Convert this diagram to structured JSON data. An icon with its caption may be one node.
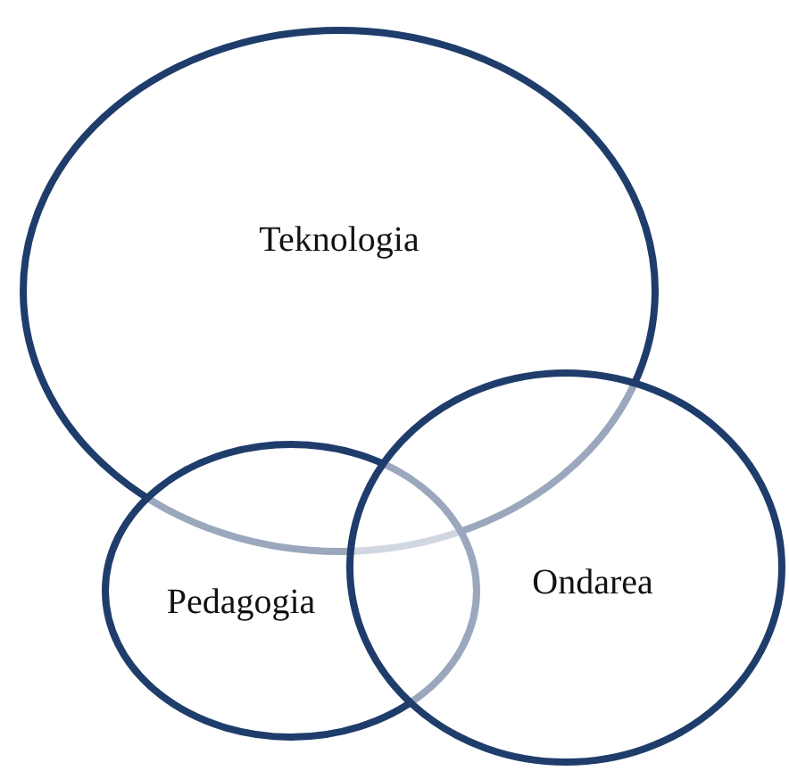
{
  "diagram": {
    "nodes": [
      {
        "text": [
          "Teknologia"
        ]
      },
      {
        "text": [
          "Pedagogia"
        ]
      },
      {
        "text": [
          "Ondarea"
        ]
      }
    ]
  }
}
